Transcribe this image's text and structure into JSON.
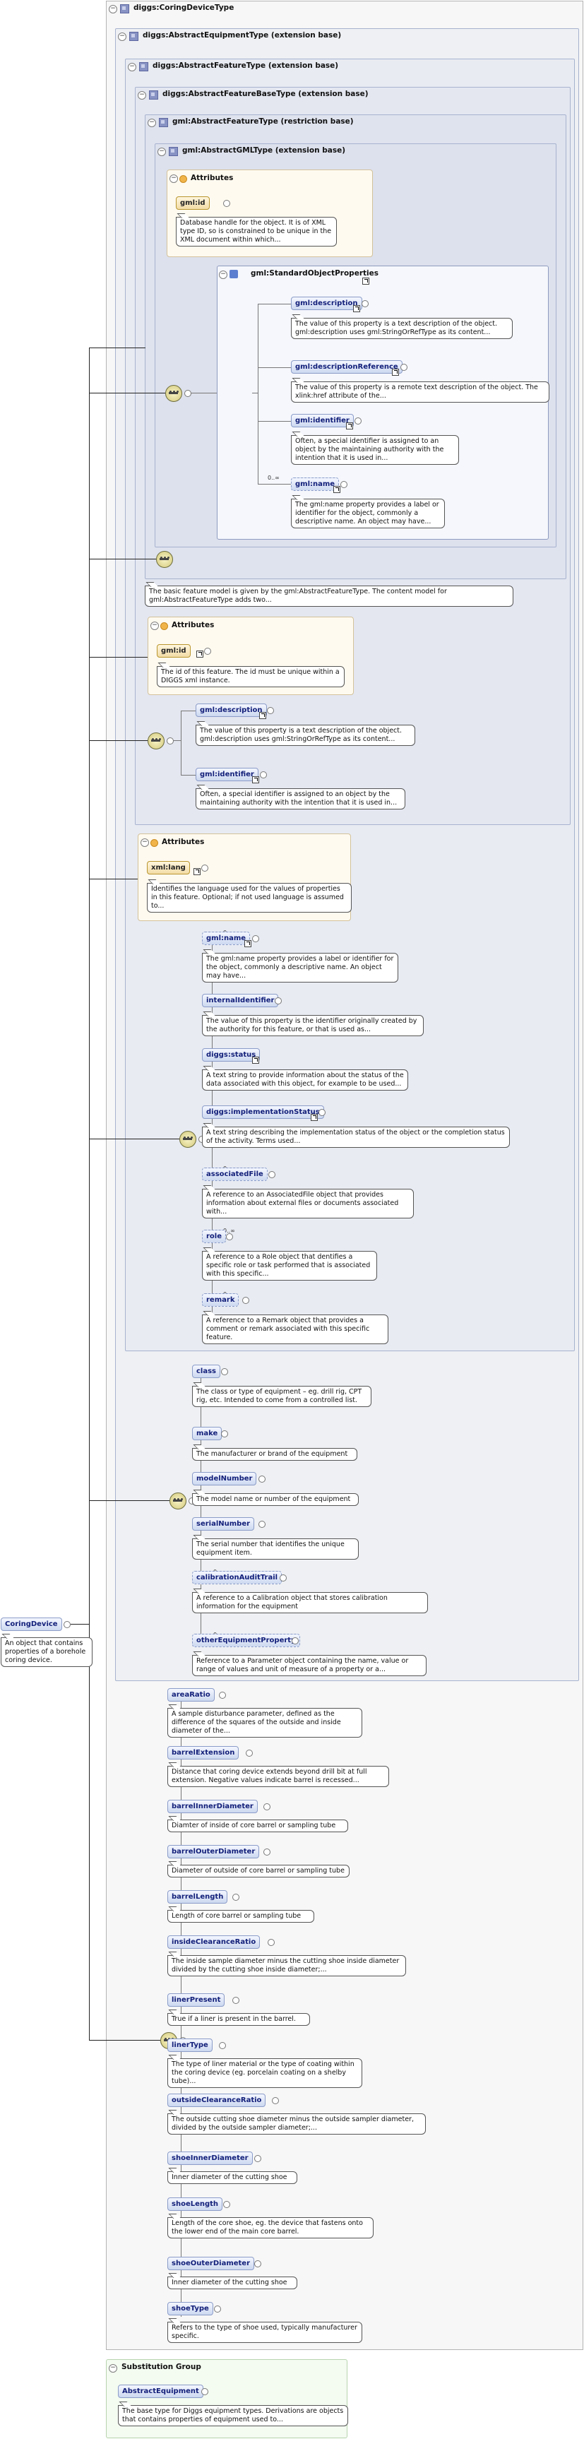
{
  "root": {
    "title": "diggs:CoringDeviceType"
  },
  "base_types": [
    {
      "title": "diggs:AbstractEquipmentType (extension base)"
    },
    {
      "title": "diggs:AbstractFeatureType (extension base)"
    },
    {
      "title": "diggs:AbstractFeatureBaseType (extension base)"
    },
    {
      "title": "gml:AbstractFeatureType (restriction base)"
    },
    {
      "title": "gml:AbstractGMLType (extension base)"
    }
  ],
  "gml_attributes": {
    "title": "Attributes",
    "item": {
      "label": "gml:id",
      "doc": "Database handle for the object. It is of XML type ID, so is constrained to be unique in the XML document within which..."
    }
  },
  "standard_object_properties": {
    "title": "gml:StandardObjectProperties",
    "items": [
      {
        "label": "gml:description",
        "card": "",
        "doc": "The value of this property is a text description of the object. gml:description uses gml:StringOrRefType as its content..."
      },
      {
        "label": "gml:descriptionReference",
        "card": "",
        "doc": "The value of this property is a remote text description of the object. The xlink:href attribute of the..."
      },
      {
        "label": "gml:identifier",
        "card": "",
        "doc": "Often, a special identifier is assigned to an object by the maintaining authority with the intention that it is used in..."
      },
      {
        "label": "gml:name",
        "card": "0..∞",
        "doc": "The gml:name property provides a label or identifier for the object, commonly a descriptive name. An object may have..."
      }
    ]
  },
  "feature_base_doc": "The basic feature model is given by the gml:AbstractFeatureType. The content model for gml:AbstractFeatureType adds two...",
  "feature_base_attributes": {
    "title": "Attributes",
    "item": {
      "label": "gml:id",
      "doc": "The id of this feature. The id must be unique within a DIGGS xml instance."
    }
  },
  "feature_base_elements": [
    {
      "label": "gml:description",
      "doc": "The value of this property is a text description of the object. gml:description uses gml:StringOrRefType as its content..."
    },
    {
      "label": "gml:identifier",
      "doc": "Often, a special identifier is assigned to an object by the maintaining authority with the intention that it is used in..."
    }
  ],
  "feature_attributes": {
    "title": "Attributes",
    "item": {
      "label": "xml:lang",
      "doc": "Identifies the language used for the values of properties in this feature. Optional; if not used language is assumed to..."
    }
  },
  "feature_elements": [
    {
      "label": "gml:name",
      "card": "0..∞",
      "doc": "The gml:name property provides a label or identifier for the object, commonly a descriptive name. An object may have..."
    },
    {
      "label": "internalIdentifier",
      "card": "",
      "doc": "The value of this property is the identifier originally created by the authority for this feature, or that is used as..."
    },
    {
      "label": "diggs:status",
      "card": "",
      "doc": "A text string to provide information about the status of the data associated with this object, for example to be used..."
    },
    {
      "label": "diggs:implementationStatus",
      "card": "",
      "doc": "A text string describing the implementation status of the object or the completion status of the activity. Terms used..."
    },
    {
      "label": "associatedFile",
      "card": "0..∞",
      "doc": "A reference to an AssociatedFile object that provides information about external files or documents associated with..."
    },
    {
      "label": "role",
      "card": "0..∞",
      "doc": "A reference to a Role object that dentifies a specific role or task performed that is associated with this specific..."
    },
    {
      "label": "remark",
      "card": "0..∞",
      "doc": "A reference to a Remark object that provides a comment or remark associated with this specific feature."
    }
  ],
  "equipment_elements": [
    {
      "label": "class",
      "card": "",
      "doc": "The class or type of equipment – eg. drill rig, CPT rig, etc. Intended to come from a controlled list."
    },
    {
      "label": "make",
      "card": "",
      "doc": "The manufacturer or brand of the equipment"
    },
    {
      "label": "modelNumber",
      "card": "",
      "doc": "The model name or number of the equipment"
    },
    {
      "label": "serialNumber",
      "card": "",
      "doc": "The serial number that identifies the unique equipment item."
    },
    {
      "label": "calibrationAuditTrail",
      "card": "0..∞",
      "doc": "A reference to a Calibration object that stores calibration information for the equipment"
    },
    {
      "label": "otherEquipmentProperty",
      "card": "0..∞",
      "doc": "Reference to a Parameter object containing the name, value or range of values and unit of measure of a property or a..."
    }
  ],
  "coring_elements": [
    {
      "label": "areaRatio",
      "doc": "A sample disturbance parameter, defined as the difference of the squares of the outside and inside diameter of the..."
    },
    {
      "label": "barrelExtension",
      "doc": "Distance that coring device extends beyond drill bit at full extension. Negative values indicate barrel is recessed..."
    },
    {
      "label": "barrelInnerDiameter",
      "doc": "Diamter of inside of core barrel or sampling tube"
    },
    {
      "label": "barrelOuterDiameter",
      "doc": "Diameter of outside of core barrel or sampling tube"
    },
    {
      "label": "barrelLength",
      "doc": "Length of core barrel or sampling tube"
    },
    {
      "label": "insideClearanceRatio",
      "doc": "The inside sample diameter minus the cutting shoe inside diameter divided by the cutting shoe inside diameter;..."
    },
    {
      "label": "linerPresent",
      "doc": "True if a liner is present in the barrel."
    },
    {
      "label": "linerType",
      "doc": "The type of liner material or the type of coating within the coring device (eg. porcelain coating on a shelby tube)..."
    },
    {
      "label": "outsideClearanceRatio",
      "doc": "The outside cutting shoe diameter minus the outside sampler diameter, divided by the outside sampler diameter;..."
    },
    {
      "label": "shoeInnerDiameter",
      "doc": "Inner diameter of the cutting shoe"
    },
    {
      "label": "shoeLength",
      "doc": "Length of the core shoe, eg. the device that fastens onto the lower end of the main core barrel."
    },
    {
      "label": "shoeOuterDiameter",
      "doc": "Inner diameter of the cutting shoe"
    },
    {
      "label": "shoeType",
      "doc": "Refers to the type of shoe used, typically manufacturer specific."
    }
  ],
  "coring_device": {
    "label": "CoringDevice",
    "doc": "An object that contains properties of a borehole coring device."
  },
  "substitution_group": {
    "title": "Substitution Group",
    "label": "AbstractEquipment",
    "doc": "The base type for Diggs equipment types. Derivations are objects that contains properties of equipment used to..."
  },
  "icons": [
    "collapse-toggle-icon",
    "complex-type-icon",
    "attribute-icon",
    "sequence-icon",
    "hyperlink-icon"
  ]
}
